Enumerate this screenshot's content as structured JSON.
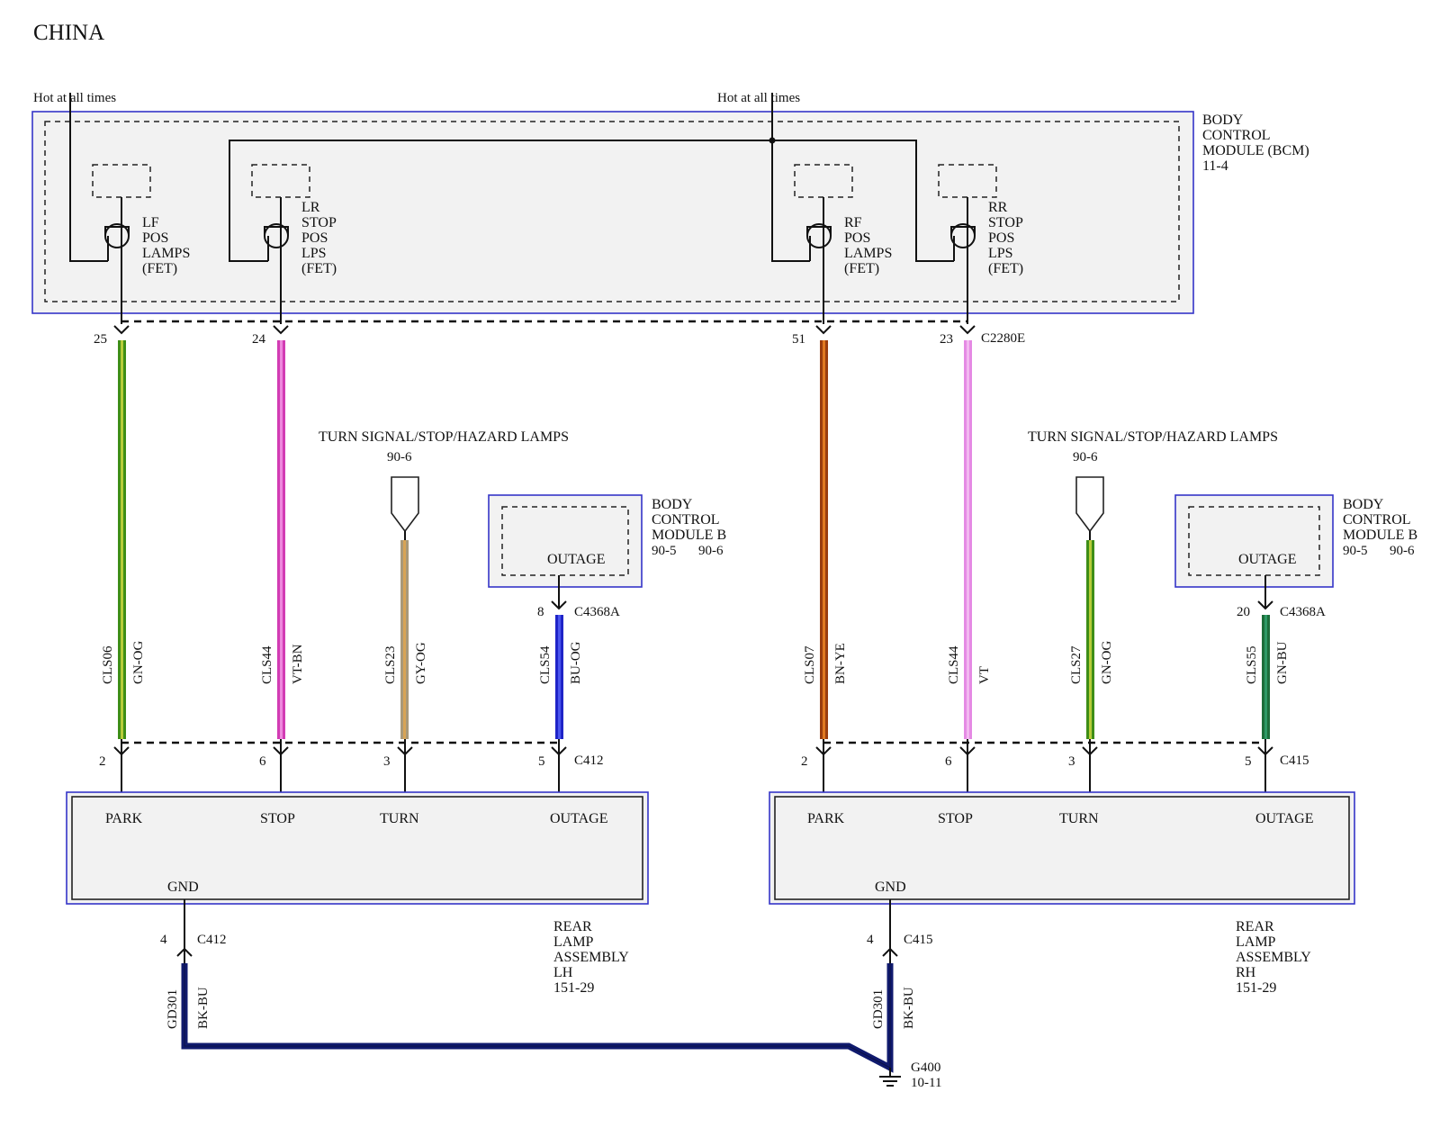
{
  "title": "CHINA",
  "power": {
    "left": "Hot at all times",
    "right": "Hot at all times"
  },
  "bcm": {
    "lines": [
      "BODY",
      "CONTROL",
      "MODULE (BCM)",
      "11-4"
    ]
  },
  "fets": [
    {
      "lines": [
        "LF",
        "POS",
        "LAMPS",
        "(FET)"
      ]
    },
    {
      "lines": [
        "LR",
        "STOP",
        "POS",
        "LPS",
        "(FET)"
      ]
    },
    {
      "lines": [
        "RF",
        "POS",
        "LAMPS",
        "(FET)"
      ]
    },
    {
      "lines": [
        "RR",
        "STOP",
        "POS",
        "LPS",
        "(FET)"
      ]
    }
  ],
  "bcm_pins": [
    "25",
    "24",
    "51",
    "23"
  ],
  "bcm_connector": "C2280E",
  "turn_signal": {
    "label": "TURN SIGNAL/STOP/HAZARD LAMPS",
    "ref": "90-6"
  },
  "bcm_b": {
    "lines": [
      "BODY",
      "CONTROL",
      "MODULE B"
    ],
    "ref1": "90-5",
    "ref2": "90-6",
    "outage": "OUTAGE"
  },
  "bcm_b_pins": {
    "left": "8",
    "right": "20",
    "connector": "C4368A"
  },
  "wires": [
    {
      "circuit": "CLS06",
      "color": "GN-OG",
      "hex1": "#3e8e17",
      "hex2": "#b8cc3a"
    },
    {
      "circuit": "CLS44",
      "color": "VT-BN",
      "hex1": "#d23cb4",
      "hex2": "#ee88dd"
    },
    {
      "circuit": "CLS23",
      "color": "GY-OG",
      "hex1": "#a89878",
      "hex2": "#d8a455"
    },
    {
      "circuit": "CLS54",
      "color": "BU-OG",
      "hex1": "#1f24c8",
      "hex2": "#4a55ee"
    },
    {
      "circuit": "CLS07",
      "color": "BN-YE",
      "hex1": "#9a3e10",
      "hex2": "#e07a22"
    },
    {
      "circuit": "CLS44",
      "color": "VT",
      "hex1": "#e58ae4",
      "hex2": "#f2b8f0"
    },
    {
      "circuit": "CLS27",
      "color": "GN-OG",
      "hex1": "#3e8e17",
      "hex2": "#b8cc3a"
    },
    {
      "circuit": "CLS55",
      "color": "GN-BU",
      "hex1": "#1c6e3a",
      "hex2": "#2e9a66"
    }
  ],
  "lamp_pins_lh": [
    "2",
    "6",
    "3",
    "5"
  ],
  "lamp_pins_rh": [
    "2",
    "6",
    "3",
    "5"
  ],
  "lamp_labels": [
    "PARK",
    "STOP",
    "TURN",
    "OUTAGE"
  ],
  "lamp_lh": {
    "connector": "C412",
    "gnd": "GND",
    "gnd_pin": "4",
    "lines": [
      "REAR",
      "LAMP",
      "ASSEMBLY",
      "LH",
      "151-29"
    ]
  },
  "lamp_rh": {
    "connector": "C415",
    "gnd": "GND",
    "gnd_pin": "4",
    "lines": [
      "REAR",
      "LAMP",
      "ASSEMBLY",
      "RH",
      "151-29"
    ]
  },
  "ground_wire": {
    "circuit": "GD301",
    "color": "BK-BU",
    "hex": "#101a6e"
  },
  "ground": {
    "name": "G400",
    "ref": "10-11"
  }
}
